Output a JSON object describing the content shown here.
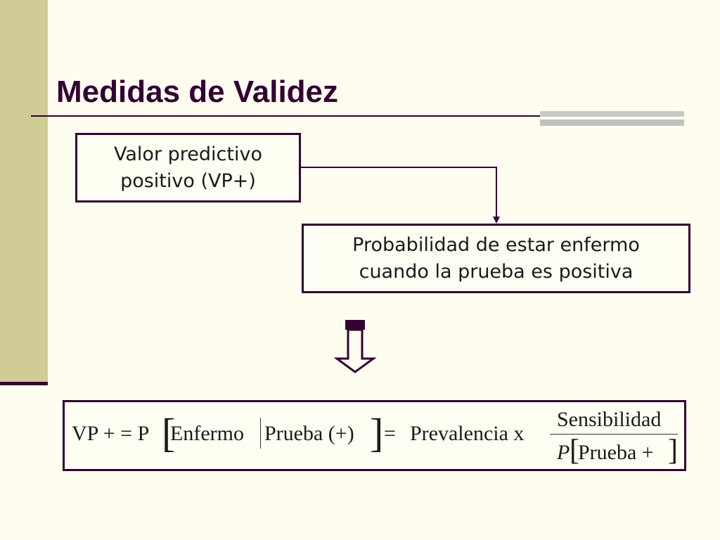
{
  "slide": {
    "title": "Medidas de Validez"
  },
  "boxes": {
    "vp_line1": "Valor predictivo",
    "vp_line2": "positivo (VP+)",
    "def_line1": "Probabilidad de estar enfermo",
    "def_line2": "cuando la prueba es positiva"
  },
  "formula": {
    "lhs": "VP + = P",
    "enfermo": "Enfermo",
    "prueba": "Prueba (+)",
    "equals": "=",
    "prevalencia": "Prevalencia x",
    "numerator": "Sensibilidad",
    "denominator_p": "P",
    "denominator_prueba": "Prueba +"
  },
  "icons": {
    "arrow": "hollow-down-arrow-icon",
    "connector": "elbow-connector-arrow"
  },
  "colors": {
    "background": "#fefdf0",
    "sidebar": "#cfcc96",
    "accent": "#330033"
  }
}
